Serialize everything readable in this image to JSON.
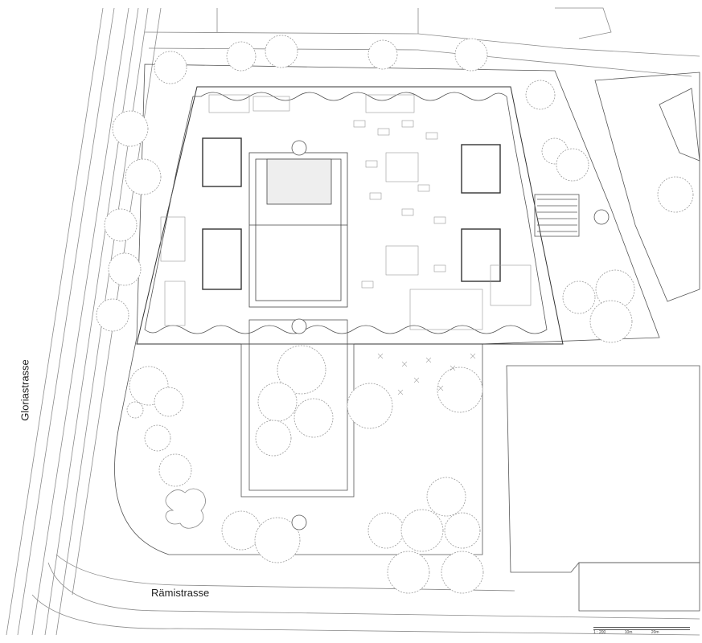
{
  "plan": {
    "street_labels": {
      "west": "Gloriastrasse",
      "south": "Rämistrasse"
    },
    "scale": {
      "ratio": "1 : 200",
      "tick_mid": "10m",
      "tick_end": "20m"
    },
    "colors": {
      "line": "#7a7a7a",
      "dark_line": "#333333",
      "tree": "#9a9a9a",
      "tone": "#d9d9d9"
    }
  }
}
